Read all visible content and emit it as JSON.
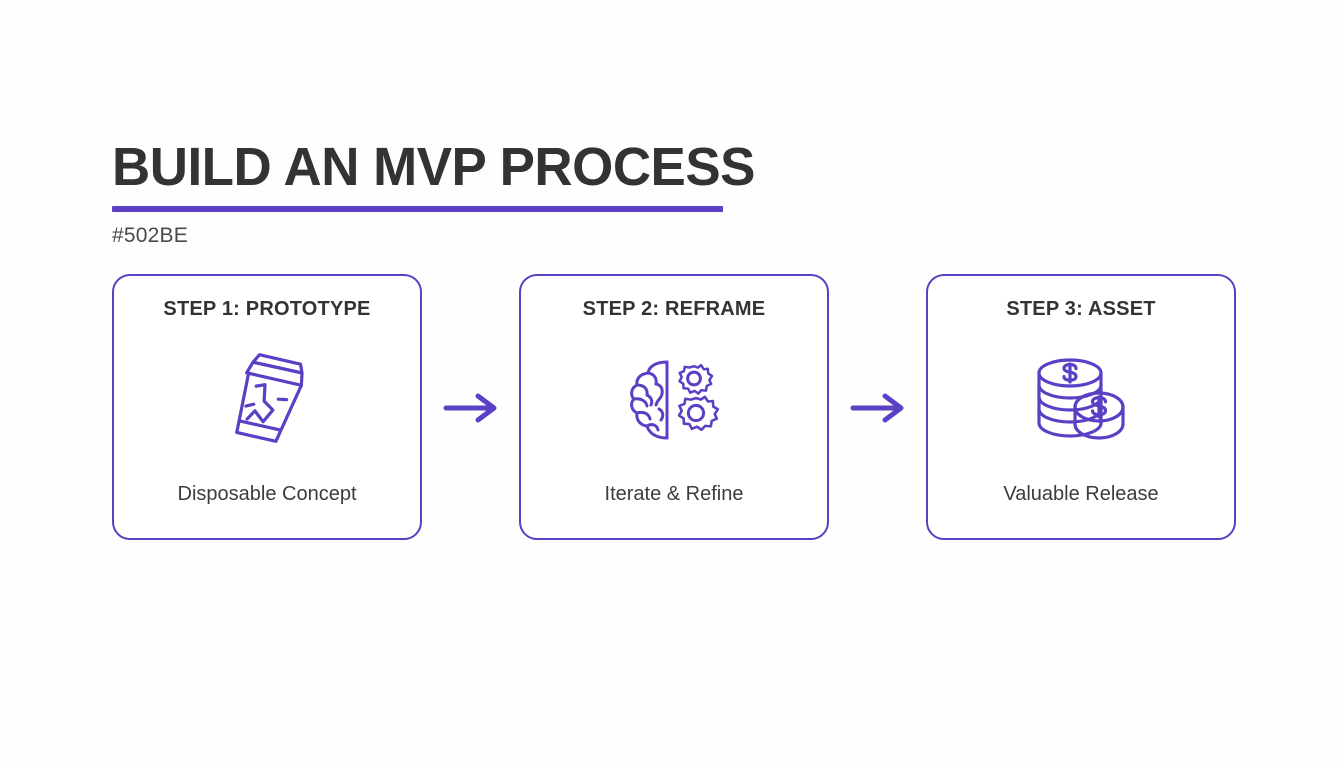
{
  "slide": {
    "background_color": "#fefefe",
    "accent_color": "#5b3fc4",
    "text_color": "#333333"
  },
  "header": {
    "title": "BUILD AN MVP PROCESS",
    "subtitle": "#502BE"
  },
  "flow": {
    "arrow_icon_name": "arrow-right-icon",
    "steps": [
      {
        "title": "STEP 1: PROTOTYPE",
        "icon": "crumpled-paper-cup-icon",
        "caption": "Disposable Concept"
      },
      {
        "title": "STEP 2: REFRAME",
        "icon": "brain-gears-icon",
        "caption": "Iterate & Refine"
      },
      {
        "title": "STEP 3: ASSET",
        "icon": "coin-stack-icon",
        "caption": "Valuable Release"
      }
    ]
  }
}
